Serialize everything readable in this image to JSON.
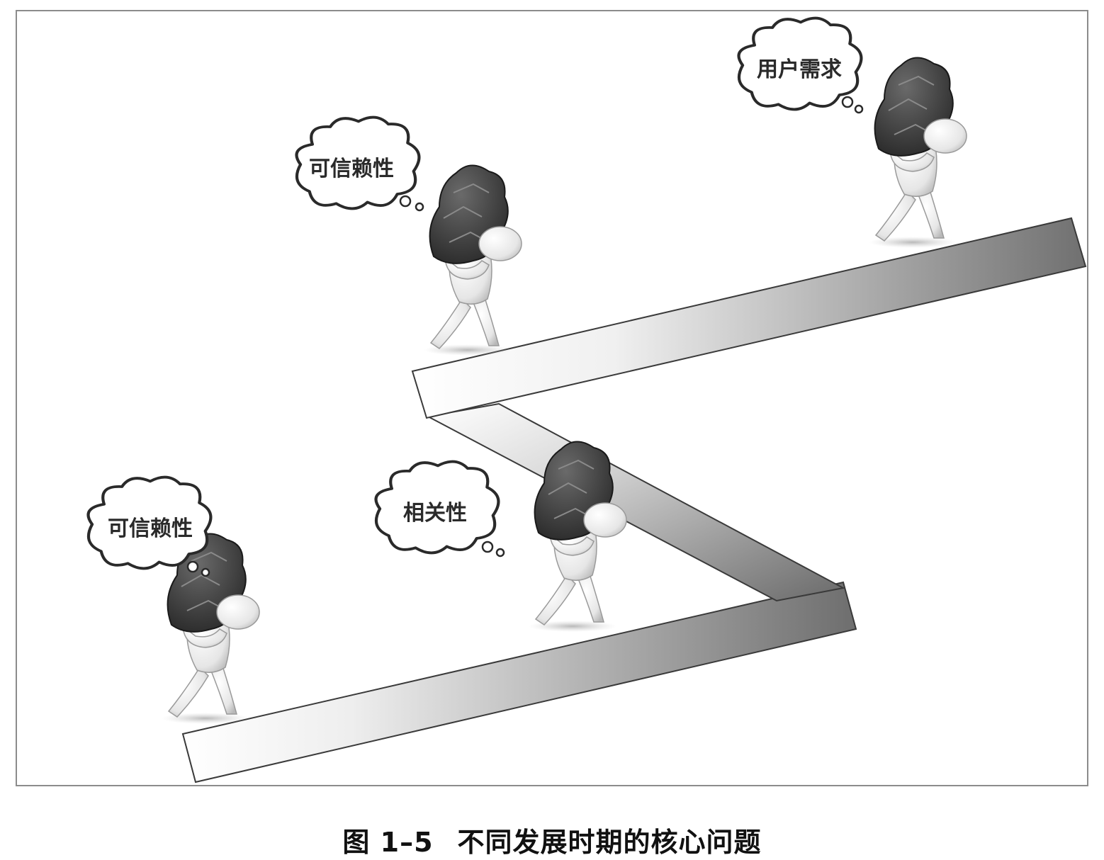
{
  "bubbles": {
    "stage1": "可信赖性",
    "stage2": "相关性",
    "stage3": "可信赖性",
    "stage4": "用户需求"
  },
  "caption": {
    "number": "图 1–5",
    "title": "不同发展时期的核心问题"
  }
}
